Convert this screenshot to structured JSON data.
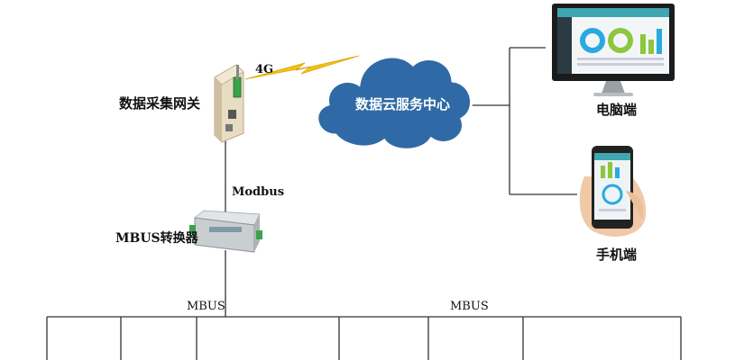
{
  "labels": {
    "gateway": "数据采集网关",
    "wireless": "4G",
    "cloud": "数据云服务中心",
    "pc": "电脑端",
    "modbus": "Modbus",
    "converter": "MBUS转换器",
    "phone": "手机端",
    "mbus_left": "MBUS",
    "mbus_right": "MBUS"
  },
  "colors": {
    "cloud": "#2f6aa6",
    "lightning": "#f2c21b",
    "line": "#333333",
    "dashboard_header": "#3ea7b0"
  },
  "icons": [
    "gateway-device-icon",
    "cloud-icon",
    "lightning-icon",
    "monitor-icon",
    "phone-icon",
    "converter-device-icon"
  ]
}
